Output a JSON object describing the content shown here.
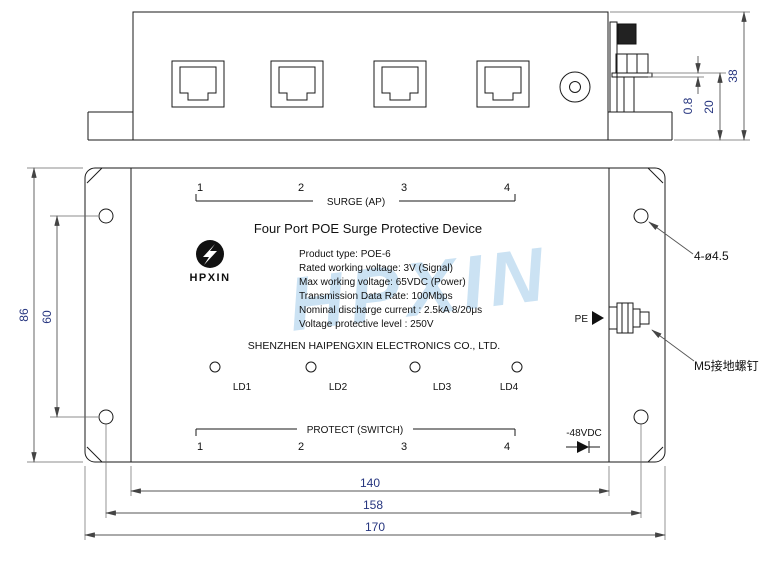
{
  "top_view": {
    "dims": {
      "height": "38",
      "stud": "20",
      "washer": "0.8"
    }
  },
  "front": {
    "watermark": "HPXIN",
    "title": "Four Port POE Surge Protective Device",
    "logo_text": "HPXIN",
    "surge_label": "SURGE  (AP)",
    "protect_label": "PROTECT  (SWITCH)",
    "top_ports": [
      "1",
      "2",
      "3",
      "4"
    ],
    "bottom_ports": [
      "1",
      "2",
      "3",
      "4"
    ],
    "specs": [
      "Product type: POE-6",
      "Rated working voltage: 3V (Signal)",
      "Max working voltage: 65VDC (Power)",
      "Transmission Data Rate: 100Mbps",
      "Nominal discharge current : 2.5kA 8/20μs",
      "Voltage protective level : 250V"
    ],
    "company": "SHENZHEN HAIPENGXIN ELECTRONICS CO., LTD.",
    "leds": [
      "LD1",
      "LD2",
      "LD3",
      "LD4"
    ],
    "pe_label": "PE",
    "power_label": "-48VDC",
    "dims": {
      "height": "86",
      "hole_v": "60",
      "inner_w": "140",
      "hole_h": "158",
      "outer_w": "170"
    }
  },
  "callouts": {
    "holes": "4-ø4.5",
    "ground_screw": "M5接地螺钉"
  }
}
